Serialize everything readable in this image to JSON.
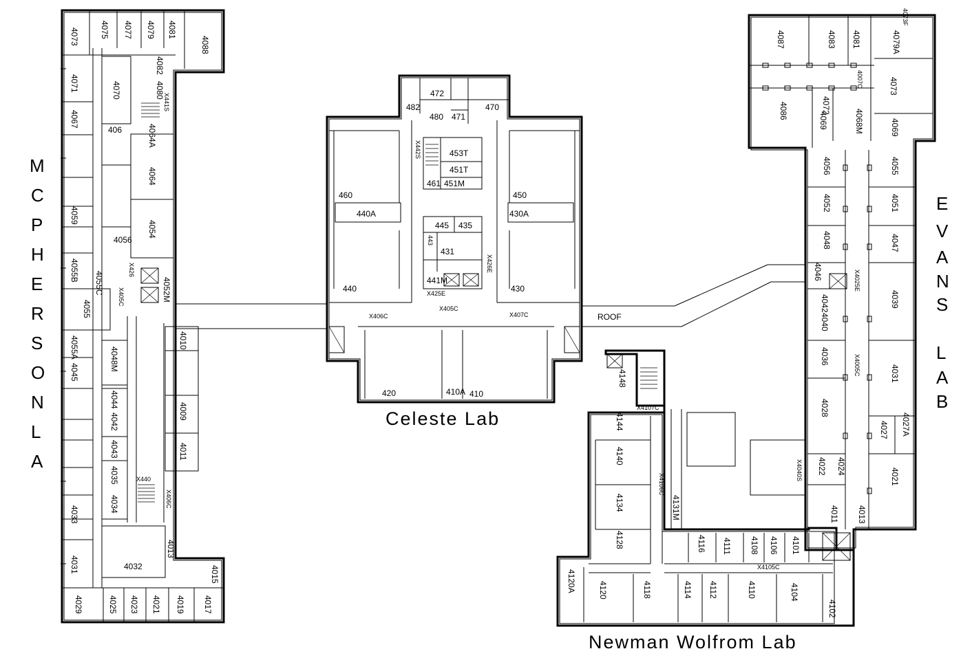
{
  "buildings": {
    "mcpherson": {
      "title_letters": [
        "M",
        "C",
        "P",
        "H",
        "E",
        "R",
        "S",
        "O",
        "N",
        "",
        "L",
        "A",
        "B"
      ],
      "rooms": [
        "4075",
        "4077",
        "4079",
        "4081",
        "4088",
        "4073",
        "4082",
        "4080",
        "4071",
        "4070",
        "X441S",
        "4067",
        "406",
        "4064A",
        "4064",
        "4059",
        "4054",
        "4056",
        "4055B",
        "4055C",
        "X426",
        "4052M",
        "4055",
        "X405C",
        "4055A",
        "4045",
        "4048M",
        "4044",
        "4042",
        "4043",
        "4035",
        "4034",
        "4033",
        "4031",
        "4032",
        "4029",
        "4025",
        "4023",
        "4021",
        "4019",
        "4017",
        "4015",
        "4013",
        "4010",
        "4009",
        "4011",
        "X440",
        "X406C"
      ]
    },
    "celeste": {
      "title": "Celeste Lab",
      "rooms": [
        "472",
        "482",
        "480",
        "471",
        "470",
        "453T",
        "451T",
        "451M",
        "461",
        "460",
        "450",
        "440A",
        "430A",
        "445",
        "435",
        "431",
        "443",
        "441M",
        "440",
        "430",
        "X442S",
        "X425E",
        "X426E",
        "X405C",
        "X406C",
        "X407C",
        "420",
        "410A",
        "410"
      ]
    },
    "evans": {
      "title_letters": [
        "E",
        "V",
        "A",
        "N",
        "S",
        "",
        "L",
        "A",
        "B"
      ],
      "rooms": [
        "4087",
        "4083",
        "4081",
        "4079A",
        "4073F",
        "4007C",
        "4073",
        "4086",
        "4072",
        "4069",
        "4068M",
        "4069",
        "4056",
        "4055",
        "4052",
        "4051",
        "4048",
        "4047",
        "4046",
        "4042",
        "4040",
        "4039",
        "4036",
        "4031",
        "4028",
        "4027",
        "4027A",
        "4022",
        "4024",
        "4021",
        "4011",
        "4013",
        "X4025E",
        "X4005C",
        "X4040S"
      ]
    },
    "newman_wolfrom": {
      "title": "Newman Wolfrom Lab",
      "rooms": [
        "4148",
        "4144",
        "4140",
        "4134",
        "4128",
        "4120A",
        "4120",
        "4118",
        "4114",
        "4112",
        "4110",
        "4104",
        "4102",
        "4116",
        "4111",
        "4108",
        "4106",
        "4101",
        "X4107C",
        "X4106C",
        "X4105C",
        "4131M"
      ]
    }
  },
  "connectors": {
    "roof_label": "ROOF"
  }
}
